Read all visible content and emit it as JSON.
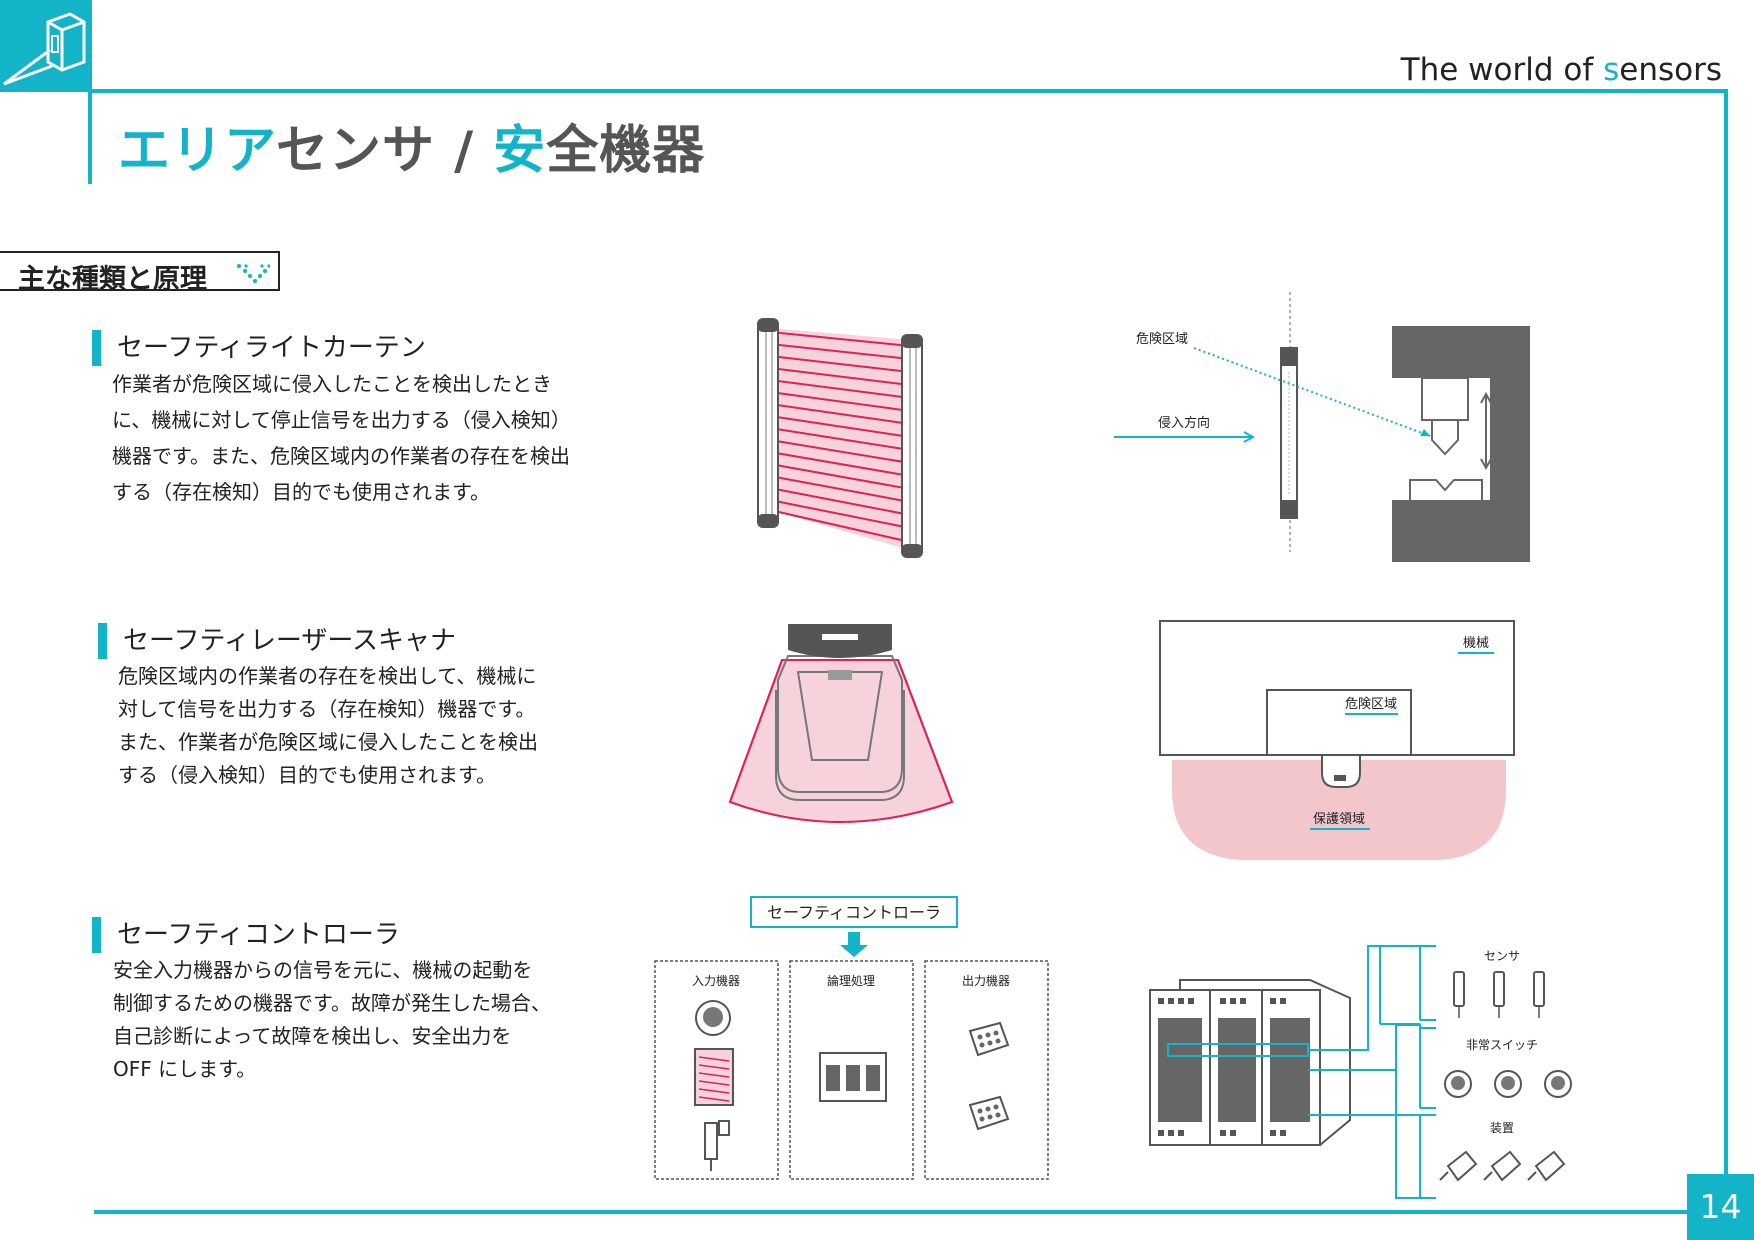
{
  "header": {
    "brand_prefix": "The world of ",
    "brand_highlight": "s",
    "brand_suffix": "ensors",
    "title_part1": "エリア",
    "title_part2": "センサ / ",
    "title_part3": "安",
    "title_part4": "全機器"
  },
  "section": {
    "label": "主な種類と原理"
  },
  "items": [
    {
      "title": "セーフティライトカーテン",
      "lines": [
        "作業者が危険区域に侵入したことを検出したとき",
        "に、機械に対して停止信号を出力する（侵入検知）",
        "機器です。また、危険区域内の作業者の存在を検出",
        "する（存在検知）目的でも使用されます。"
      ]
    },
    {
      "title": "セーフティレーザースキャナ",
      "lines": [
        "危険区域内の作業者の存在を検出して、機械に",
        "対して信号を出力する（存在検知）機器です。",
        "また、作業者が危険区域に侵入したことを検出",
        "する（侵入検知）目的でも使用されます。"
      ]
    },
    {
      "title": "セーフティコントローラ",
      "lines": [
        "安全入力機器からの信号を元に、機械の起動を",
        "制御するための機器です。故障が発生した場合、",
        "自己診断によって故障を検出し、安全出力を",
        "OFF にします。"
      ]
    }
  ],
  "diagram_curtain": {
    "danger_label": "危険区域",
    "direction_label": "侵入方向"
  },
  "diagram_scanner": {
    "machine_label": "機械",
    "danger_label": "危険区域",
    "protect_label": "保護領域"
  },
  "diagram_controller": {
    "box_title": "セーフティコントローラ",
    "input_label": "入力機器",
    "logic_label": "論理処理",
    "output_label": "出力機器",
    "sensor_label": "センサ",
    "estop_label": "非常スイッチ",
    "device_label": "装置"
  },
  "footer": {
    "page_number": "14"
  },
  "colors": {
    "accent": "#13b3c8",
    "curtain_red": "#e0205a",
    "zone_pink": "#f3c6cc",
    "machine_gray": "#666666"
  }
}
